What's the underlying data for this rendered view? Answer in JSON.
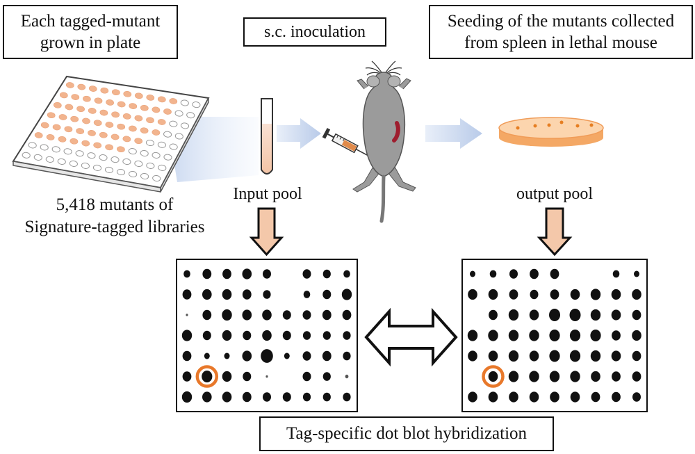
{
  "boxes": {
    "plate_title_line1": "Each tagged-mutant",
    "plate_title_line2": "grown in plate",
    "inoculation": "s.c. inoculation",
    "seeding_line1": "Seeding of the mutants collected",
    "seeding_line2": "from spleen in lethal mouse",
    "hybridization": "Tag-specific dot blot hybridization"
  },
  "labels": {
    "library_line1": "5,418 mutants of",
    "library_line2": "Signature-tagged libraries",
    "input_pool": "Input pool",
    "output_pool": "output pool"
  },
  "colors": {
    "plate_well_fill": "#f2b48e",
    "tube_fill": "#f6d2be",
    "agar": "#f7b47a",
    "highlight_circle": "#e8782a",
    "arrow_fill": "#f4c8aa",
    "flow_arrow": "#c5d3ec",
    "mouse": "#9b9b9b",
    "dot": "#111111"
  },
  "icons": [
    "well-plate-icon",
    "test-tube-icon",
    "syringe-icon",
    "mouse-icon",
    "petri-dish-icon",
    "double-arrow-icon"
  ],
  "blots": {
    "input": {
      "rows": [
        [
          0.6,
          0.8,
          0.8,
          0.85,
          0.75,
          0.0,
          0.75,
          0.7,
          0.6
        ],
        [
          0.8,
          0.85,
          0.85,
          0.8,
          0.7,
          0.0,
          0.6,
          0.75,
          0.9
        ],
        [
          0.2,
          0.8,
          0.9,
          0.85,
          0.85,
          0.75,
          0.75,
          0.8,
          0.8
        ],
        [
          0.9,
          0.75,
          0.85,
          0.75,
          0.85,
          0.75,
          0.7,
          0.7,
          0.7
        ],
        [
          0.8,
          0.5,
          0.5,
          0.85,
          1.1,
          0.5,
          0.75,
          0.8,
          0.7
        ],
        [
          0.8,
          0.95,
          0.85,
          0.75,
          0.2,
          0.0,
          0.75,
          0.7,
          0.3
        ],
        [
          0.9,
          0.85,
          0.85,
          0.8,
          0.75,
          0.75,
          0.7,
          0.7,
          0.7
        ]
      ],
      "highlight": [
        5,
        1
      ]
    },
    "output": {
      "rows": [
        [
          0.5,
          0.6,
          0.75,
          0.8,
          0.8,
          0.0,
          0.0,
          0.6,
          0.5
        ],
        [
          0.85,
          0.85,
          0.8,
          0.75,
          0.8,
          0.85,
          0.9,
          0.85,
          0.85
        ],
        [
          0.0,
          0.8,
          0.9,
          0.85,
          1.0,
          1.0,
          0.9,
          0.85,
          0.8
        ],
        [
          0.9,
          0.9,
          0.9,
          0.9,
          0.95,
          0.95,
          0.95,
          0.8,
          0.85
        ],
        [
          0.85,
          0.85,
          0.9,
          0.85,
          0.95,
          0.95,
          0.9,
          0.85,
          0.8
        ],
        [
          0.0,
          0.85,
          0.9,
          0.9,
          0.9,
          0.9,
          0.85,
          0.8,
          0.8
        ],
        [
          0.85,
          0.85,
          0.85,
          0.85,
          0.85,
          0.85,
          0.8,
          0.8,
          0.75
        ]
      ],
      "highlight": [
        5,
        1
      ]
    }
  }
}
